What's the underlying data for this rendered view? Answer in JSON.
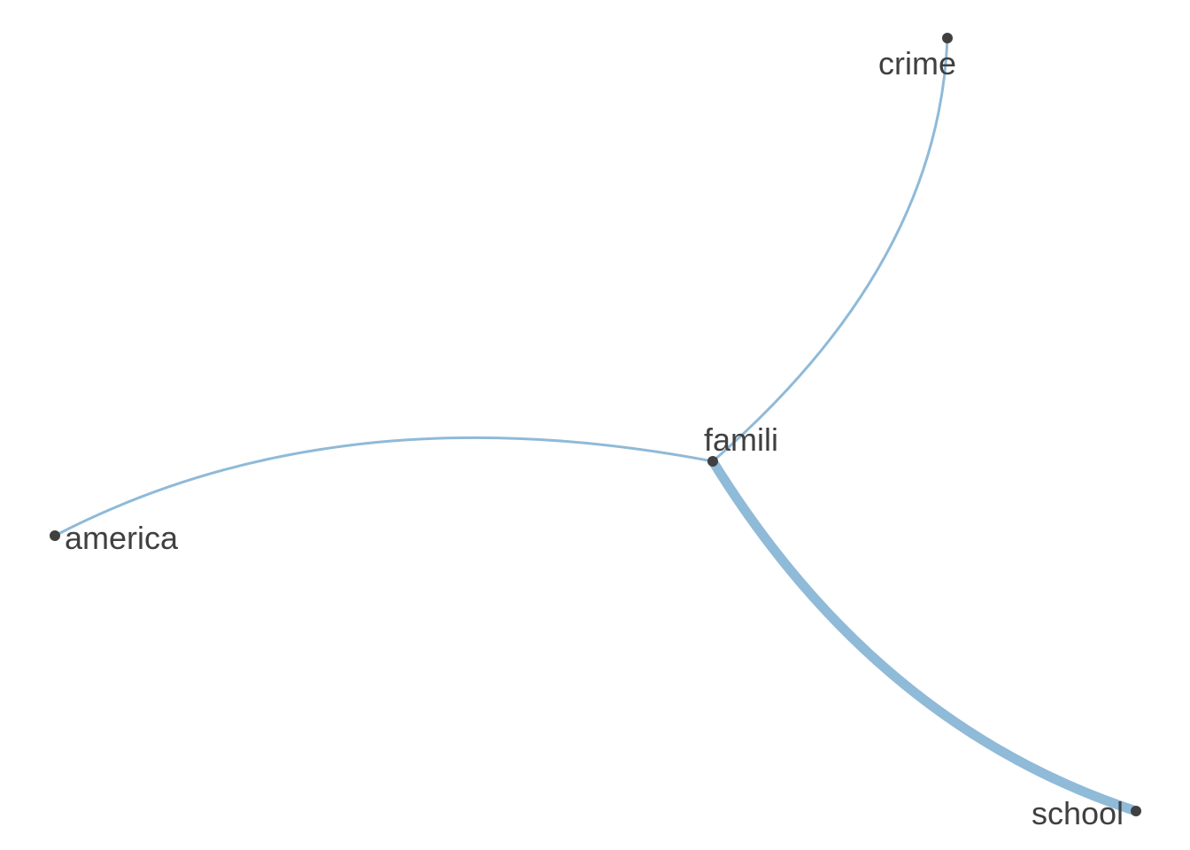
{
  "graph": {
    "type": "network",
    "edge_color": "#8fbad8",
    "node_color": "#404040",
    "label_color": "#404040",
    "nodes": [
      {
        "id": "famili",
        "label": "famili"
      },
      {
        "id": "crime",
        "label": "crime"
      },
      {
        "id": "america",
        "label": "america"
      },
      {
        "id": "school",
        "label": "school"
      }
    ],
    "edges": [
      {
        "from": "famili",
        "to": "crime",
        "weight": 1
      },
      {
        "from": "famili",
        "to": "america",
        "weight": 1
      },
      {
        "from": "famili",
        "to": "school",
        "weight": 4
      }
    ]
  }
}
